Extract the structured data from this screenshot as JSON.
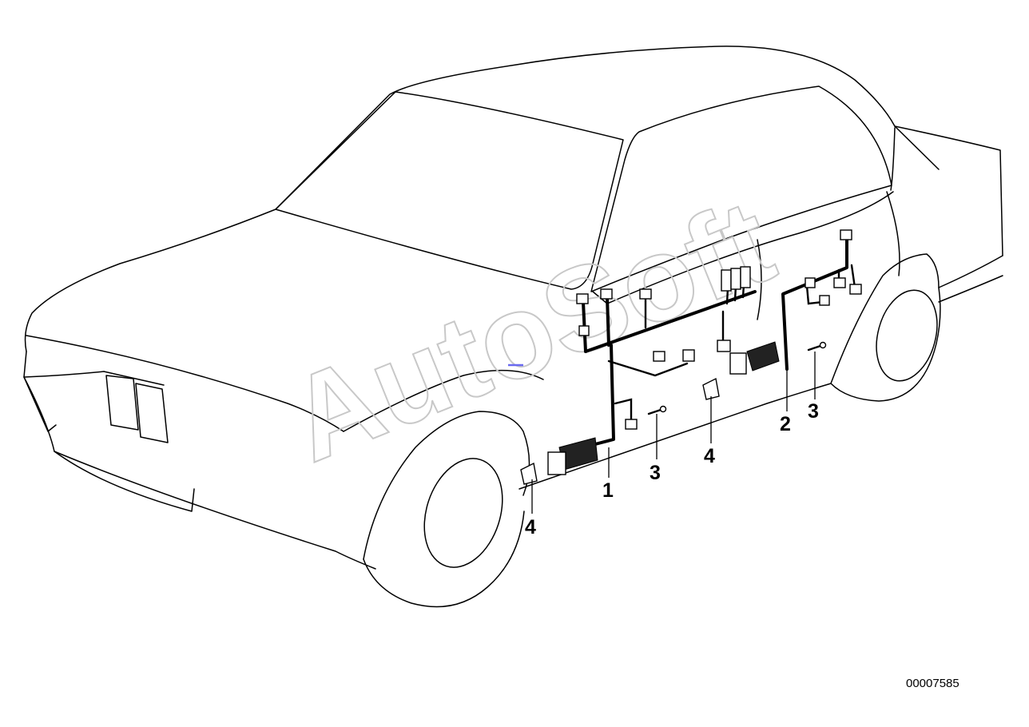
{
  "diagram": {
    "watermark": "AutoSoft",
    "drawing_number": "00007585",
    "callouts": [
      {
        "id": "callout-1-front",
        "label": "1"
      },
      {
        "id": "callout-2-rear",
        "label": "2"
      },
      {
        "id": "callout-3-front",
        "label": "3"
      },
      {
        "id": "callout-3-rear",
        "label": "3"
      },
      {
        "id": "callout-4-front",
        "label": "4"
      },
      {
        "id": "callout-4-mid",
        "label": "4"
      }
    ]
  }
}
